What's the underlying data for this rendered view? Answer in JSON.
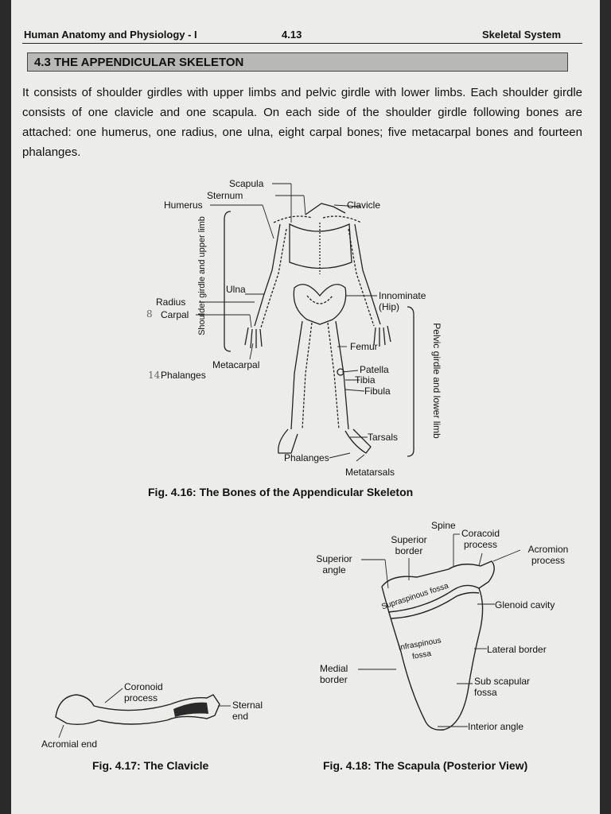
{
  "header": {
    "left": "Human Anatomy and Physiology - I",
    "center": "4.13",
    "right": "Skeletal System"
  },
  "section_title": "4.3 THE APPENDICULAR SKELETON",
  "paragraph": "It consists of shoulder girdles with upper limbs and pelvic girdle with lower limbs. Each shoulder girdle consists of one clavicle and one scapula. On each side of the shoulder girdle following bones are attached: one humerus, one radius, one ulna, eight carpal bones; five metacarpal bones and fourteen phalanges.",
  "figure_4_16": {
    "caption": "Fig. 4.16: The Bones of the Appendicular Skeleton",
    "labels": {
      "scapula": "Scapula",
      "sternum": "Sternum",
      "humerus": "Humerus",
      "clavicle": "Clavicle",
      "shoulder_group": "Shoulder girdle and upper limb",
      "ulna": "Ulna",
      "radius": "Radius",
      "carpal": "Carpal",
      "innominate": "Innominate",
      "hip": "(Hip)",
      "femur": "Femur",
      "metacarpal": "Metacarpal",
      "phalanges_upper": "Phalanges",
      "patella": "Patella",
      "tibia": "Tibia",
      "fibula": "Fibula",
      "pelvic_group": "Pelvic girdle and lower limb",
      "tarsals": "Tarsals",
      "phalanges_lower": "Phalanges",
      "metatarsals": "Metatarsals"
    },
    "handwritten": {
      "radius_mark": "8",
      "phalanges_mark": "14"
    }
  },
  "figure_4_17": {
    "caption": "Fig. 4.17: The Clavicle",
    "labels": {
      "coronoid": "Coronoid process",
      "sternal": "Sternal end",
      "acromial": "Acromial end"
    }
  },
  "figure_4_18": {
    "caption": "Fig. 4.18: The Scapula (Posterior View)",
    "labels": {
      "spine": "Spine",
      "superior_border": "Superior border",
      "coracoid": "Coracoid process",
      "acromion": "Acromion process",
      "superior_angle": "Superior angle",
      "supraspinous": "Supraspinous fossa",
      "glenoid": "Glenoid cavity",
      "infraspinous": "Infraspinous fossa",
      "lateral_border": "Lateral border",
      "medial_border": "Medial border",
      "subscapular": "Sub scapular fossa",
      "interior_angle": "Interior angle"
    }
  }
}
